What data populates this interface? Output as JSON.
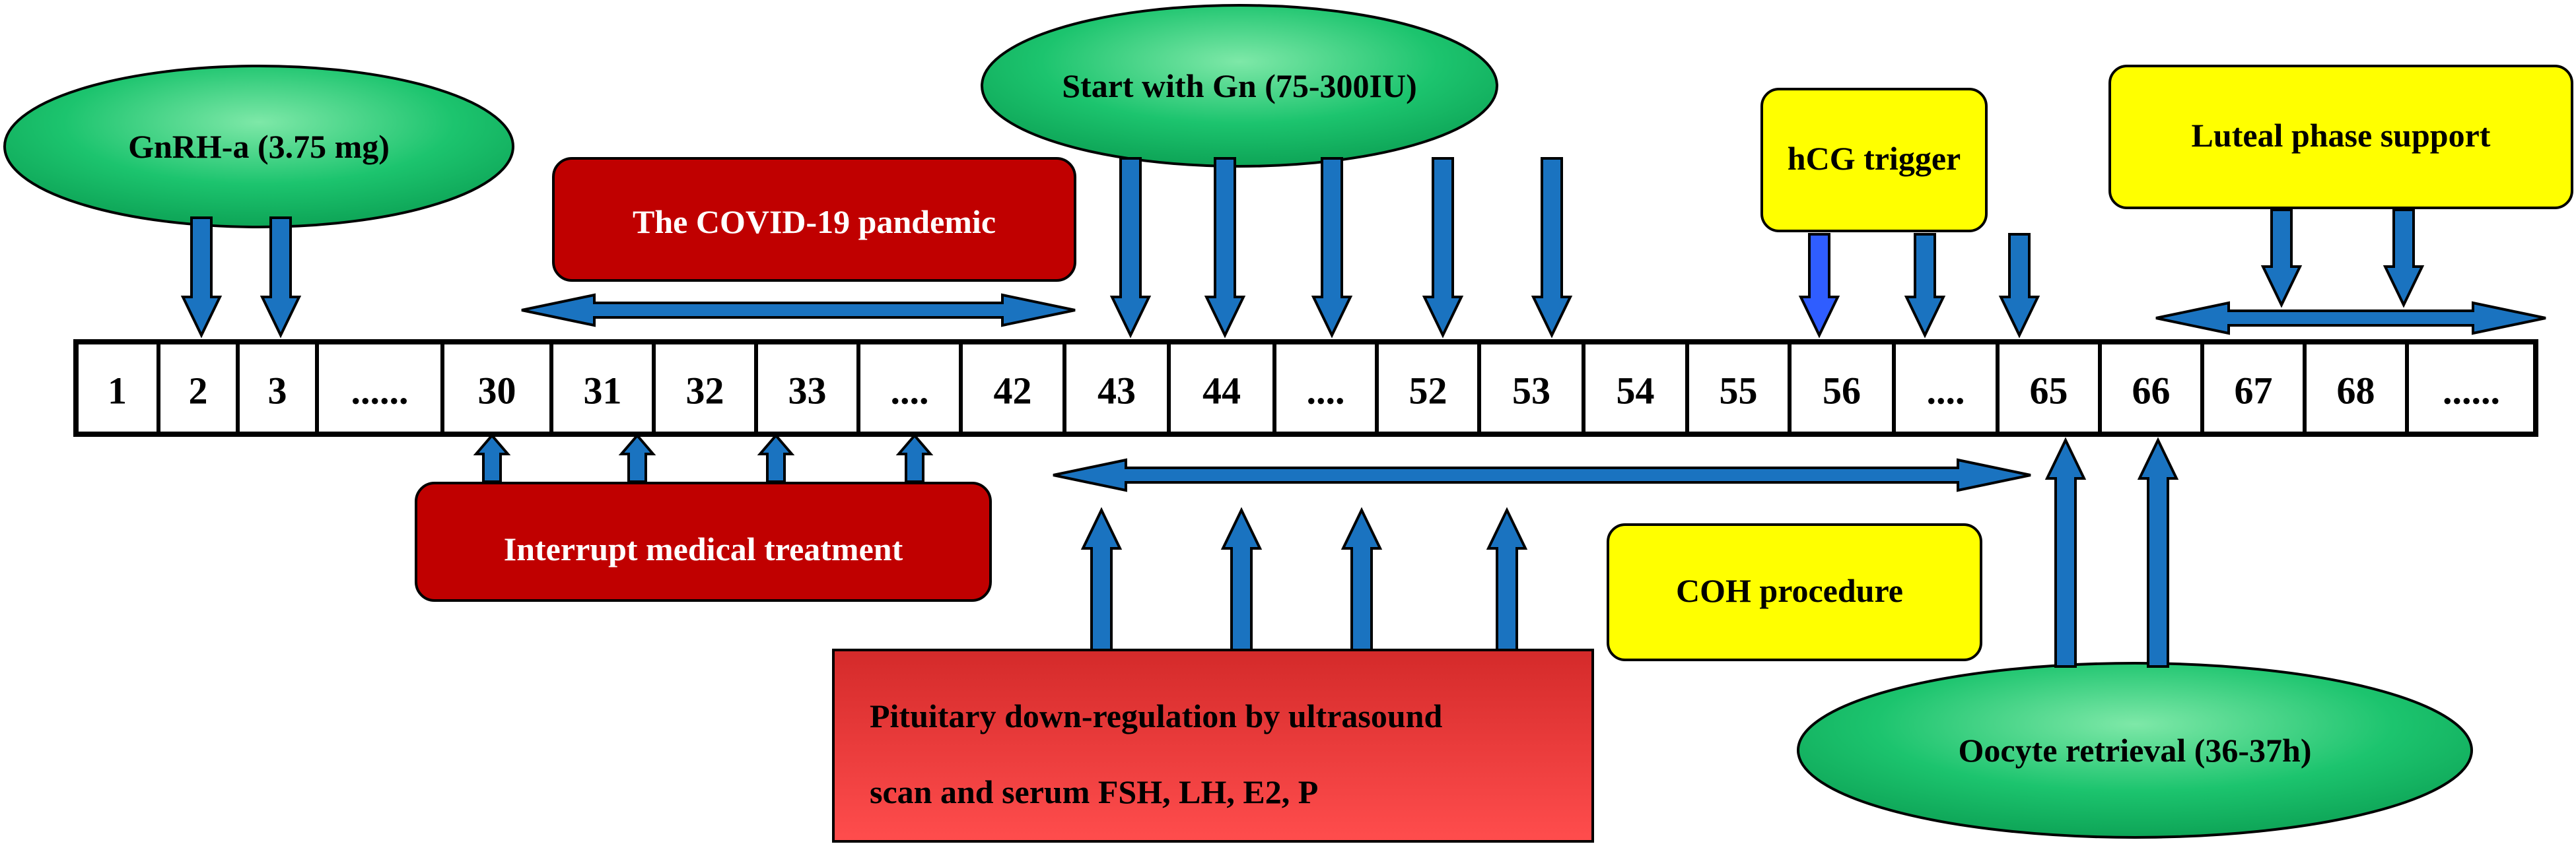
{
  "timeline": {
    "cells": [
      "1",
      "2",
      "3",
      "......",
      "30",
      "31",
      "32",
      "33",
      "....",
      "42",
      "43",
      "44",
      "....",
      "52",
      "53",
      "54",
      "55",
      "56",
      "....",
      "65",
      "66",
      "67",
      "68",
      "......"
    ]
  },
  "labels": {
    "gnrh": "GnRH-a (3.75 mg)",
    "gn": "Start with Gn (75-300IU)",
    "covid": "The COVID-19 pandemic",
    "hcg": "hCG trigger",
    "luteal": "Luteal phase support",
    "interrupt": "Interrupt medical treatment",
    "coh": "COH procedure",
    "pituitary_line1": "Pituitary down-regulation by ultrasound",
    "pituitary_line2": "scan and serum FSH, LH, E2, P",
    "oocyte": "Oocyte retrieval (36-37h)"
  },
  "colors": {
    "arrow_blue": "#1a73c0",
    "arrow_outline": "#000000",
    "highlight_arrow": "#2f5dff",
    "green_oval": "#16c06a",
    "red_box": "#c00000",
    "bright_red_box": "#f03c3c",
    "yellow_box": "#ffff00",
    "cell_border": "#000000"
  }
}
